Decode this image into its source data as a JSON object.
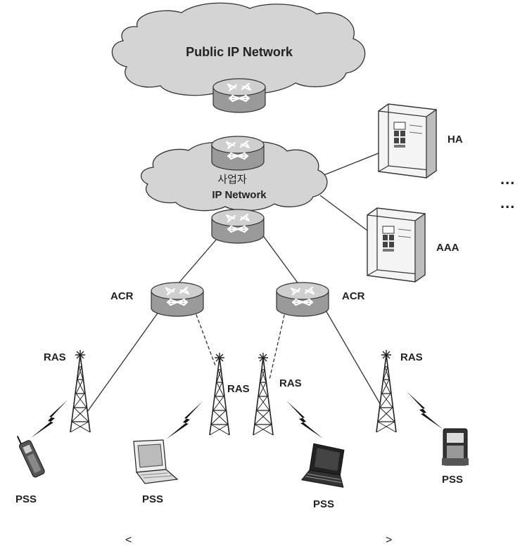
{
  "public_network": {
    "label": "Public IP Network"
  },
  "operator_network": {
    "line1": "사업자",
    "line2": "IP Network"
  },
  "servers": {
    "ha": "HA",
    "aaa": "AAA"
  },
  "ellipsis": {
    "row1": "...",
    "row2": "..."
  },
  "acr": {
    "left": "ACR",
    "right": "ACR"
  },
  "ras": {
    "r1": "RAS",
    "r2": "RAS",
    "r3": "RAS",
    "r4": "RAS"
  },
  "pss": {
    "phone": "PSS",
    "laptop_open": "PSS",
    "laptop_dark": "PSS",
    "handheld": "PSS"
  },
  "caption": {
    "left": "<",
    "right": ">"
  }
}
